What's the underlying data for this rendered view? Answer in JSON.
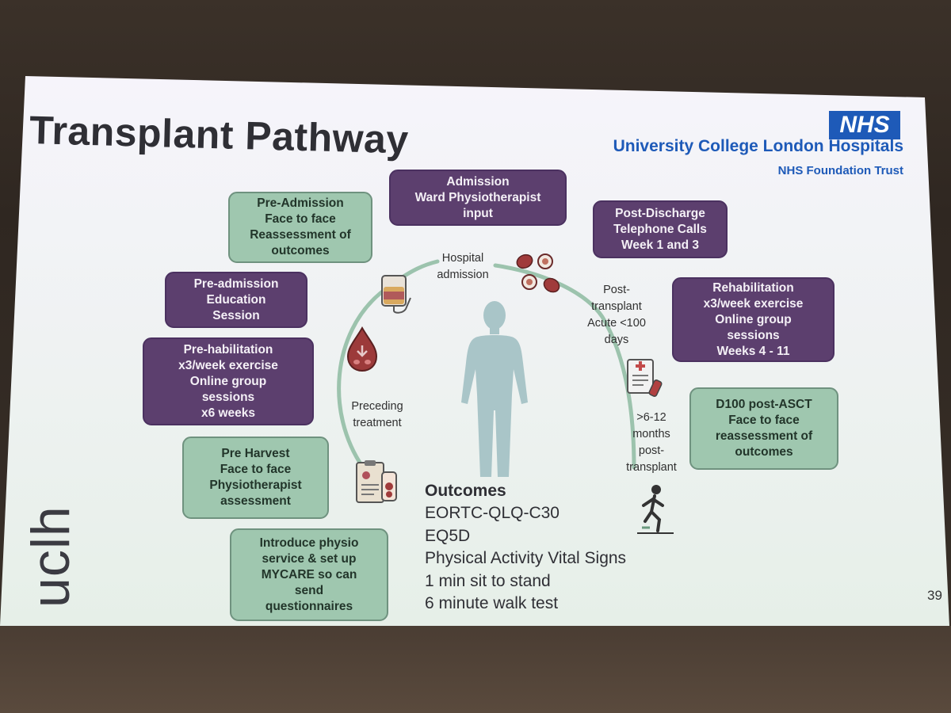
{
  "title": "Transplant Pathway",
  "logo": {
    "nhs": "NHS",
    "org": "University College London Hospitals",
    "trust": "NHS Foundation Trust"
  },
  "uclh": "uclh",
  "page_number": "39",
  "boxes": {
    "admission": [
      "Admission",
      "Ward Physiotherapist",
      "input"
    ],
    "pre_admission_reassess": [
      "Pre-Admission",
      "Face to face",
      "Reassessment of",
      "outcomes"
    ],
    "post_discharge": [
      "Post-Discharge",
      "Telephone Calls",
      "Week 1 and 3"
    ],
    "pre_admission_education": [
      "Pre-admission",
      "Education",
      "Session"
    ],
    "rehabilitation": [
      "Rehabilitation",
      "x3/week exercise",
      "Online group",
      "sessions",
      "Weeks 4 - 11"
    ],
    "pre_habilitation": [
      "Pre-habilitation",
      "x3/week exercise",
      "Online group",
      "sessions",
      "x6 weeks"
    ],
    "d100": [
      "D100 post-ASCT",
      "Face to face",
      "reassessment of",
      "outcomes"
    ],
    "pre_harvest": [
      "Pre Harvest",
      "Face to face",
      "Physiotherapist",
      "assessment"
    ],
    "introduce": [
      "Introduce physio",
      "service & set up",
      "MYCARE so can",
      "send",
      "questionnaires"
    ]
  },
  "labels": {
    "hospital_admission": [
      "Hospital",
      "admission"
    ],
    "post_transplant": [
      "Post-",
      "transplant",
      "Acute <100",
      "days"
    ],
    "preceding_treatment": [
      "Preceding",
      "treatment"
    ],
    "months_post": [
      ">6-12",
      "months",
      "post-",
      "transplant"
    ]
  },
  "outcomes": {
    "heading": "Outcomes",
    "items": [
      "EORTC-QLQ-C30",
      "EQ5D",
      "Physical Activity Vital Signs",
      "1 min sit to stand",
      "6 minute walk test"
    ]
  },
  "colors": {
    "purple": "#5c3f6e",
    "green": "#9fc7af",
    "arc": "#9cc3ad",
    "nhs_blue": "#1e5ab8",
    "blood": "#9c3a3a"
  },
  "icons": [
    "iv-bag-icon",
    "blood-drop-icon",
    "blood-cells-icon",
    "human-figure-icon",
    "medical-report-icon",
    "clipboard-icon",
    "walking-person-icon"
  ]
}
